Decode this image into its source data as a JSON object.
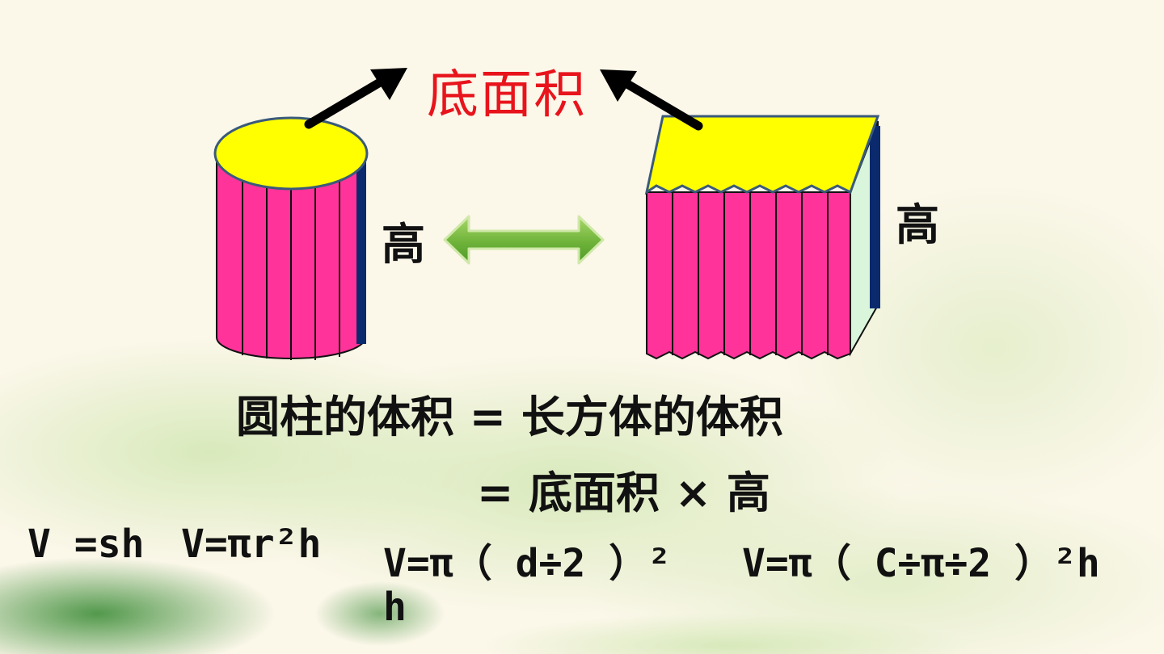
{
  "colors": {
    "accent_red": "#e8141c",
    "top_face": "#ffff00",
    "side_face": "#ff3399",
    "arrow_green": "#7cc243"
  },
  "diagram": {
    "base_area_label": "底面积",
    "height_label_left": "高",
    "height_label_right": "高",
    "equation_line1": "圆柱的体积 = 长方体的体积",
    "equation_line2": "= 底面积 × 高"
  },
  "formulas": {
    "f1": "V =sh",
    "f2": "V=πr²h",
    "f3": "V=π（ d÷2 ）²",
    "f3_cont": "h",
    "f4": "V=π（ C÷π÷2 ）²h"
  },
  "icons": [
    "cylinder-shape",
    "cuboid-shape",
    "black-arrow-icon",
    "double-arrow-icon"
  ]
}
